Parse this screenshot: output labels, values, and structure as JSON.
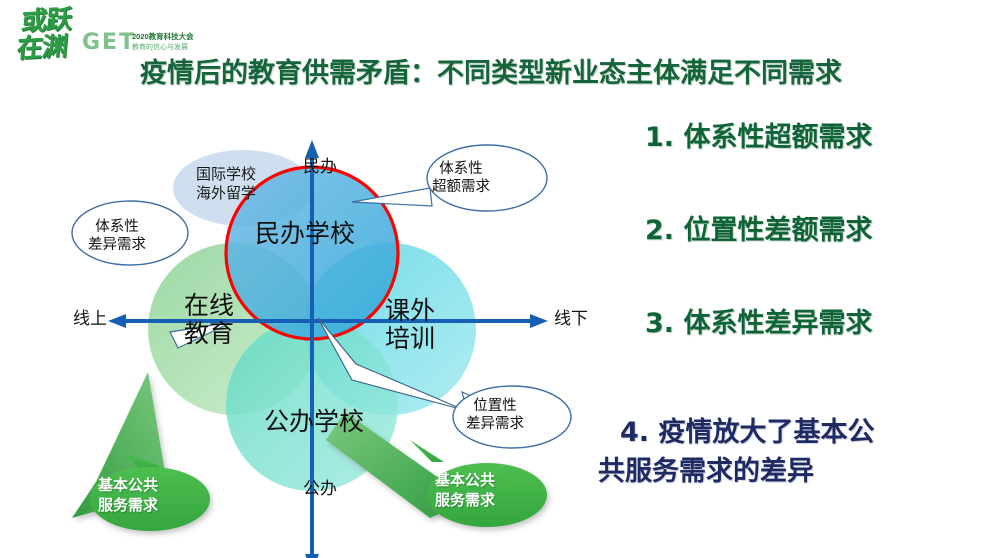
{
  "logo": {
    "cn_line1": "或跃",
    "cn_line2": "在渊",
    "brand": "GET",
    "sub1": "2020教育科技大会",
    "sub2": "教育的信心与发展",
    "color": "#2c9c45"
  },
  "title": "疫情后的教育供需矛盾：不同类型新业态主体满足不同需求",
  "bullets": [
    {
      "num": "1.",
      "text": "体系性超额需求",
      "color": "#0e6437"
    },
    {
      "num": "2.",
      "text": "位置性差额需求",
      "color": "#0e6437"
    },
    {
      "num": "3.",
      "text": "体系性差异需求",
      "color": "#0e6437"
    },
    {
      "num": "4.",
      "line1": "疫情放大了基本公",
      "line2": "共服务需求的差异",
      "color": "#1f2a63"
    }
  ],
  "bullet_labels": {
    "b1": "1. 体系性超额需求",
    "b2": "2. 位置性差额需求",
    "b3": "3. 体系性差异需求",
    "b4_line1": "4. 疫情放大了基本公",
    "b4_line2": "共服务需求的差异"
  },
  "diagram": {
    "axes": {
      "top": "民办",
      "bottom": "公办",
      "left": "线上",
      "right": "线下",
      "color": "#1560b4"
    },
    "circles": [
      {
        "name": "民办学校",
        "position": "top",
        "color": "#4fa8dc"
      },
      {
        "name": "在线教育",
        "position": "left",
        "color": "#9bd7a0",
        "line1": "在线",
        "line2": "教育"
      },
      {
        "name": "课外培训",
        "position": "right",
        "color": "#5fd6e0",
        "line1": "课外",
        "line2": "培训"
      },
      {
        "name": "公办学校",
        "position": "bottom",
        "color": "#6fdcc6"
      }
    ],
    "highlight_ring": {
      "target": "民办学校",
      "color": "#ff0000"
    },
    "cloud": {
      "line1": "国际学校",
      "line2": "海外留学",
      "fill": "#cfdfef"
    },
    "callouts": [
      {
        "id": "left",
        "line1": "体系性",
        "line2": "差异需求",
        "points_to": "国际学校海外留学"
      },
      {
        "id": "topright",
        "line1": "体系性",
        "line2": "超额需求",
        "points_to": "民办学校"
      },
      {
        "id": "botright",
        "line1": "位置性",
        "line2": "差异需求",
        "points_to": "课外培训"
      }
    ],
    "green_bubbles": [
      {
        "id": "left",
        "line1": "基本公共",
        "line2": "服务需求",
        "points_to": "在线教育",
        "color": "#42b549"
      },
      {
        "id": "right",
        "line1": "基本公共",
        "line2": "服务需求",
        "points_to": "公办学校",
        "color": "#42b549"
      }
    ]
  }
}
